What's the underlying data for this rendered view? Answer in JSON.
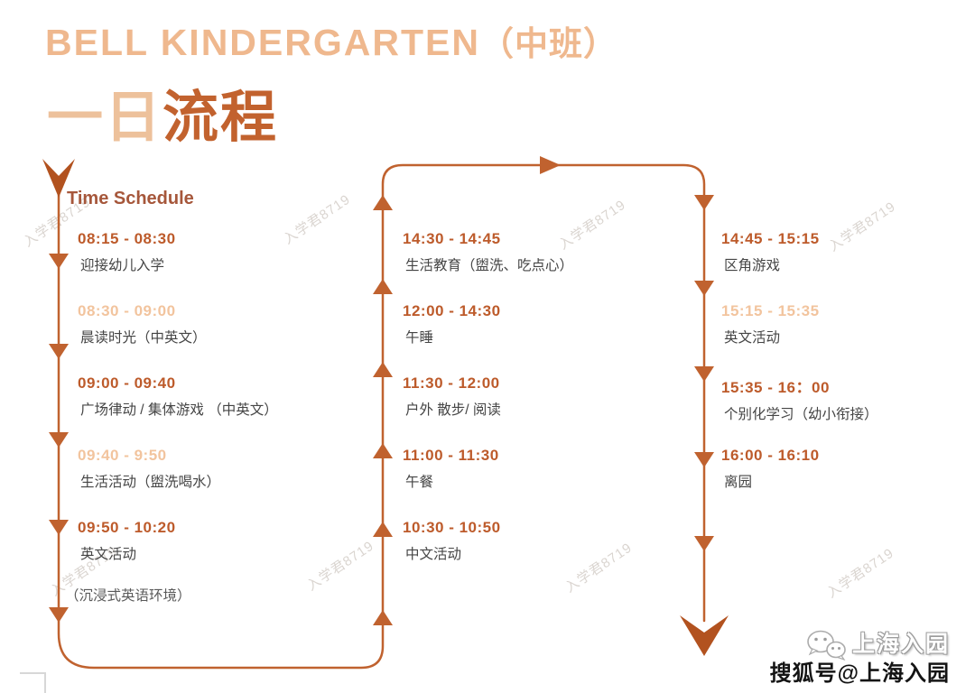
{
  "page": {
    "background": "#FFFFFF",
    "kind": "kindergarten-daily-schedule-slide"
  },
  "header": {
    "brand": "BELL KINDERGARTEN",
    "class_suffix": "（中班）"
  },
  "title": {
    "part1": "一日",
    "part2": "流程",
    "subtitle": "Time Schedule"
  },
  "schedule": {
    "left": {
      "items": [
        {
          "time": "08:15 - 08:30",
          "activity": "迎接幼儿入学",
          "tone": "dark"
        },
        {
          "time": "08:30 - 09:00",
          "activity": "晨读时光（中英文）",
          "tone": "light"
        },
        {
          "time": "09:00 - 09:40",
          "activity": "广场律动 / 集体游戏 （中英文）",
          "tone": "dark"
        },
        {
          "time": "09:40 - 9:50",
          "activity": "生活活动（盥洗喝水）",
          "tone": "light"
        },
        {
          "time": "09:50 - 10:20",
          "activity": "英文活动",
          "tone": "dark"
        }
      ],
      "note": "（沉浸式英语环境）"
    },
    "middle": {
      "items": [
        {
          "time": "14:30 - 14:45",
          "activity": "生活教育（盥洗、吃点心）",
          "tone": "dark"
        },
        {
          "time": "12:00 - 14:30",
          "activity": "午睡",
          "tone": "dark"
        },
        {
          "time": "11:30 - 12:00",
          "activity": "户外 散步/ 阅读",
          "tone": "dark"
        },
        {
          "time": "11:00 - 11:30",
          "activity": "午餐",
          "tone": "dark"
        },
        {
          "time": "10:30 - 10:50",
          "activity": "中文活动",
          "tone": "dark"
        }
      ]
    },
    "right": {
      "items": [
        {
          "time": "14:45 - 15:15",
          "activity": "区角游戏",
          "tone": "dark"
        },
        {
          "time": "15:15 - 15:35",
          "activity": "英文活动",
          "tone": "light"
        },
        {
          "time": "15:35 - 16：00",
          "activity": "个别化学习（幼小衔接）",
          "tone": "dark"
        },
        {
          "time": "16:00 - 16:10",
          "activity": "离园",
          "tone": "dark"
        }
      ]
    }
  },
  "watermark": {
    "text": "入学君8719"
  },
  "footer": {
    "brand": "上海入园",
    "sohu": "搜狐号@上海入园"
  },
  "colors": {
    "accent_line": "#C0622F",
    "time_dark": "#BD5B2B",
    "time_light": "#F2C49E",
    "activity_text": "#454545",
    "title_light": "#EDC19B",
    "title_dark": "#C2622E",
    "header_peach": "#EFB88E",
    "watermark": "#BDB3AB"
  },
  "icons": {
    "footer_icon": "wechat-chat-bubbles",
    "flow_arrows": "triangle-arrowheads"
  }
}
